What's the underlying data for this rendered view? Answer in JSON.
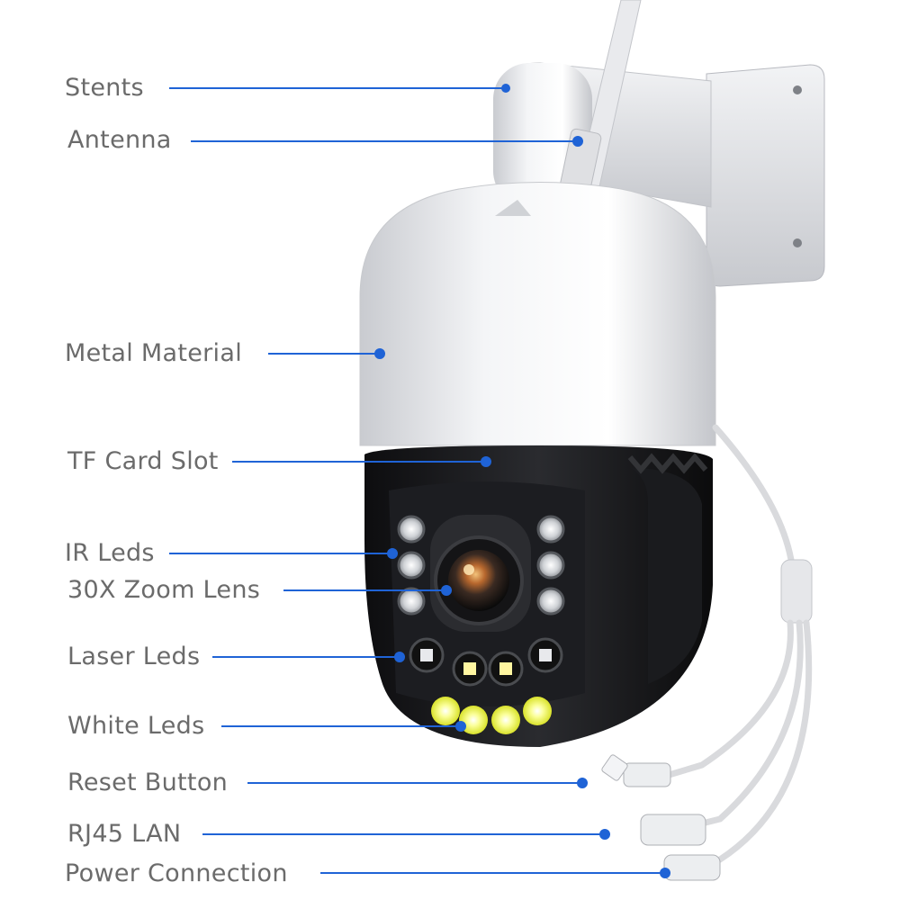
{
  "accent_color": "#1f63d6",
  "label_color": "#6b6b6b",
  "callouts": [
    {
      "id": "stents",
      "text": "Stents"
    },
    {
      "id": "antenna",
      "text": "Antenna"
    },
    {
      "id": "metal-material",
      "text": "Metal Material"
    },
    {
      "id": "tf-card-slot",
      "text": "TF Card Slot"
    },
    {
      "id": "ir-leds",
      "text": "IR Leds"
    },
    {
      "id": "zoom-lens",
      "text": "30X Zoom Lens"
    },
    {
      "id": "laser-leds",
      "text": "Laser Leds"
    },
    {
      "id": "white-leds",
      "text": "White Leds"
    },
    {
      "id": "reset-button",
      "text": "Reset Button"
    },
    {
      "id": "rj45-lan",
      "text": "RJ45 LAN"
    },
    {
      "id": "power-connection",
      "text": "Power Connection"
    }
  ]
}
